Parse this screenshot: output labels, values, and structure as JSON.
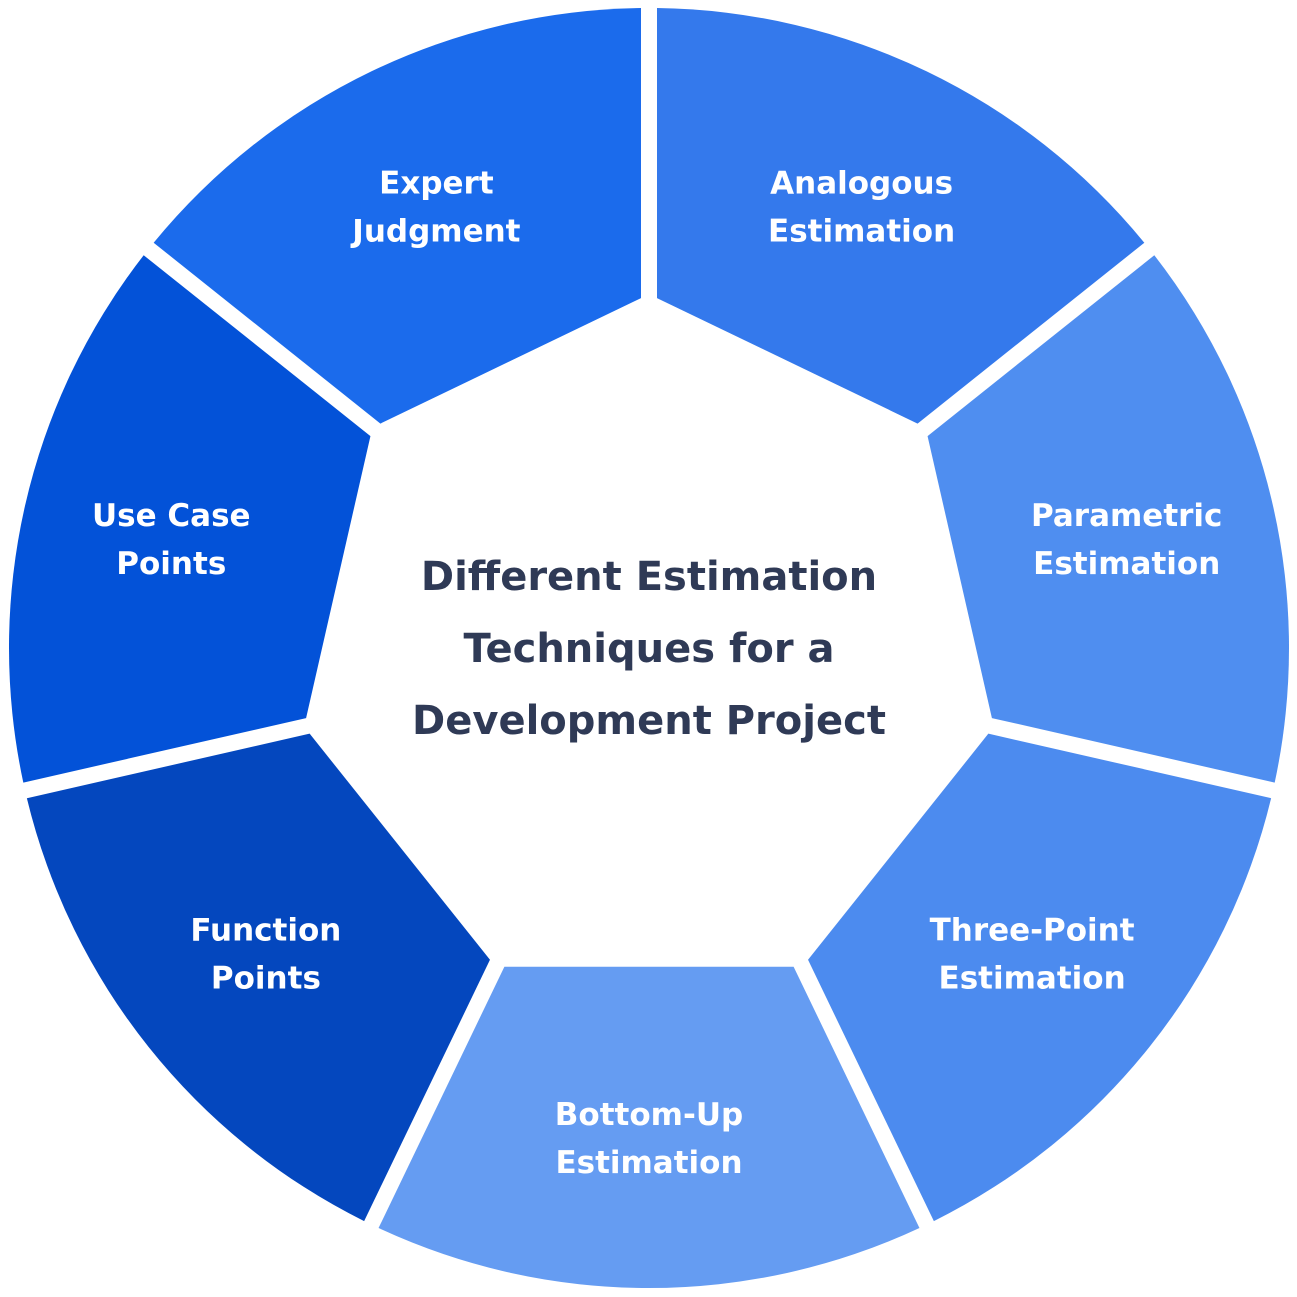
{
  "diagram": {
    "center_title": {
      "lines": [
        "Different Estimation",
        "Techniques for a",
        "Development Project"
      ],
      "color": "#2f3a56"
    },
    "segments": [
      {
        "id": "analogous",
        "lines": [
          "Analogous",
          "Estimation"
        ],
        "color": "#3479ec"
      },
      {
        "id": "parametric",
        "lines": [
          "Parametric",
          "Estimation"
        ],
        "color": "#4f8ef0"
      },
      {
        "id": "three-point",
        "lines": [
          "Three-Point",
          "Estimation"
        ],
        "color": "#4c8bef"
      },
      {
        "id": "bottom-up",
        "lines": [
          "Bottom-Up",
          "Estimation"
        ],
        "color": "#659cf2"
      },
      {
        "id": "function-points",
        "lines": [
          "Function",
          "Points"
        ],
        "color": "#0447be"
      },
      {
        "id": "use-case-points",
        "lines": [
          "Use Case",
          "Points"
        ],
        "color": "#0352d8"
      },
      {
        "id": "expert-judgment",
        "lines": [
          "Expert",
          "Judgment"
        ],
        "color": "#1b6bec"
      }
    ],
    "label_color": "#ffffff"
  }
}
